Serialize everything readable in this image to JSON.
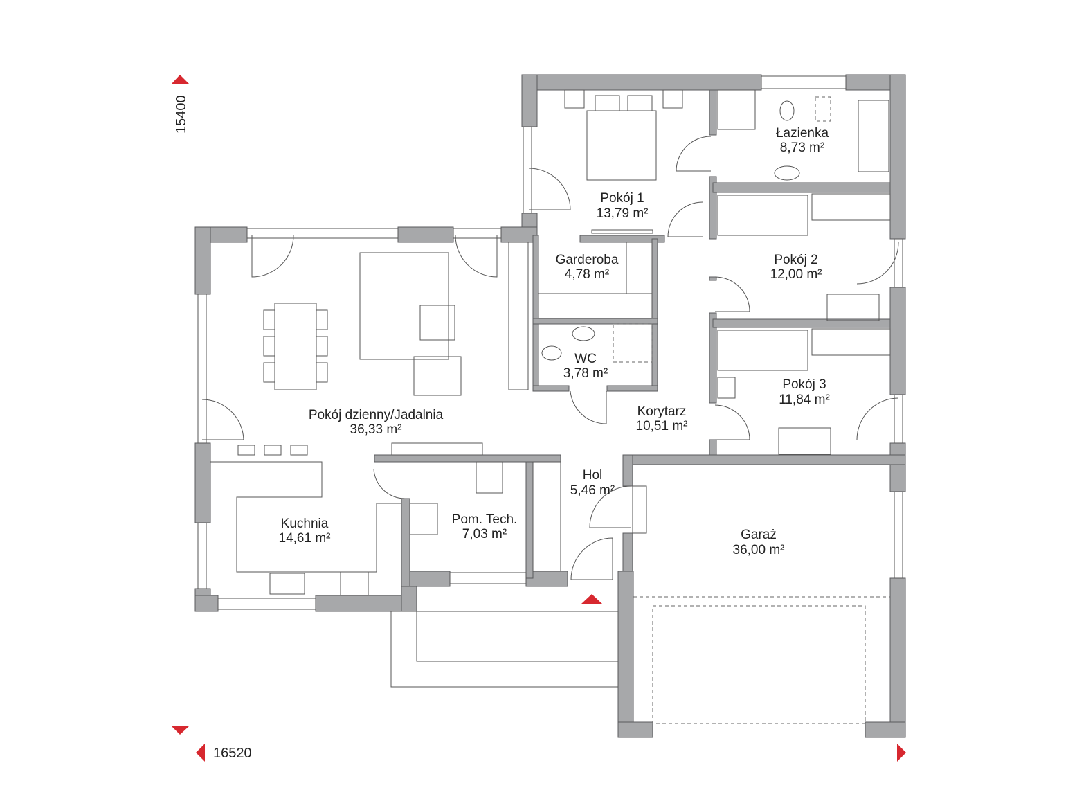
{
  "dimensions": {
    "height_mm": "15400",
    "width_mm": "16520"
  },
  "rooms": [
    {
      "name": "Pokój 1",
      "area": "13,79 m²"
    },
    {
      "name": "Łazienka",
      "area": "8,73 m²"
    },
    {
      "name": "Pokój 2",
      "area": "12,00 m²"
    },
    {
      "name": "Garderoba",
      "area": "4,78 m²"
    },
    {
      "name": "WC",
      "area": "3,78 m²"
    },
    {
      "name": "Pokój 3",
      "area": "11,84 m²"
    },
    {
      "name": "Korytarz",
      "area": "10,51 m²"
    },
    {
      "name": "Pokój dzienny/Jadalnia",
      "area": "36,33 m²"
    },
    {
      "name": "Hol",
      "area": "5,46 m²"
    },
    {
      "name": "Kuchnia",
      "area": "14,61 m²"
    },
    {
      "name": "Pom. Tech.",
      "area": "7,03 m²"
    },
    {
      "name": "Garaż",
      "area": "36,00 m²"
    }
  ],
  "colors": {
    "accent": "#d7282f",
    "wall": "#a7a8aa"
  }
}
